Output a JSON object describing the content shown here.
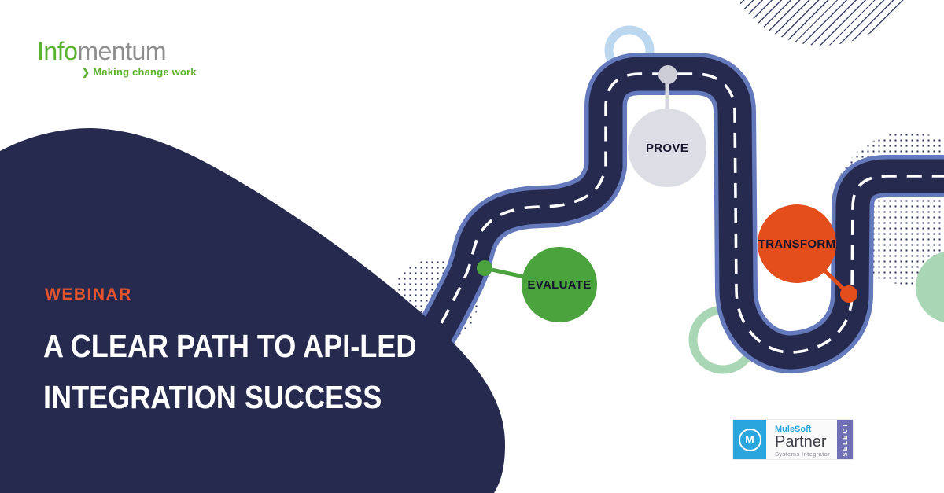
{
  "brand": {
    "logo_text_primary": "Info",
    "logo_text_secondary": "mentum",
    "tagline_chevron": "❯",
    "tagline": "Making change work"
  },
  "hero": {
    "kicker": "WEBINAR",
    "title_line1": "A CLEAR PATH TO API-LED",
    "title_line2": "INTEGRATION SUCCESS"
  },
  "roadmap": {
    "milestones": [
      {
        "label": "EVALUATE",
        "color": "#4AA33C"
      },
      {
        "label": "PROVE",
        "color": "#DDDDE5"
      },
      {
        "label": "TRANSFORM",
        "color": "#E44D1C"
      }
    ],
    "road_color": "#252A4E",
    "road_border_color": "#6478BC",
    "lane_marking_color": "#FFFFFF"
  },
  "partner_badge": {
    "logo_letter": "M",
    "brand": "MuleSoft",
    "title": "Partner",
    "subtitle": "Systems Integrator",
    "ribbon": "SELECT",
    "brand_color": "#2BA5DE",
    "ribbon_color": "#6F6FB5"
  },
  "colors": {
    "navy": "#252A4E",
    "accent_orange": "#E4532C",
    "brand_green": "#5BB22F",
    "milestone_green": "#4AA33C",
    "milestone_gray": "#DDDDE5",
    "milestone_orange": "#E44D1C",
    "light_blue_ring": "#BCD7F0",
    "light_green": "#A9D6B4"
  }
}
